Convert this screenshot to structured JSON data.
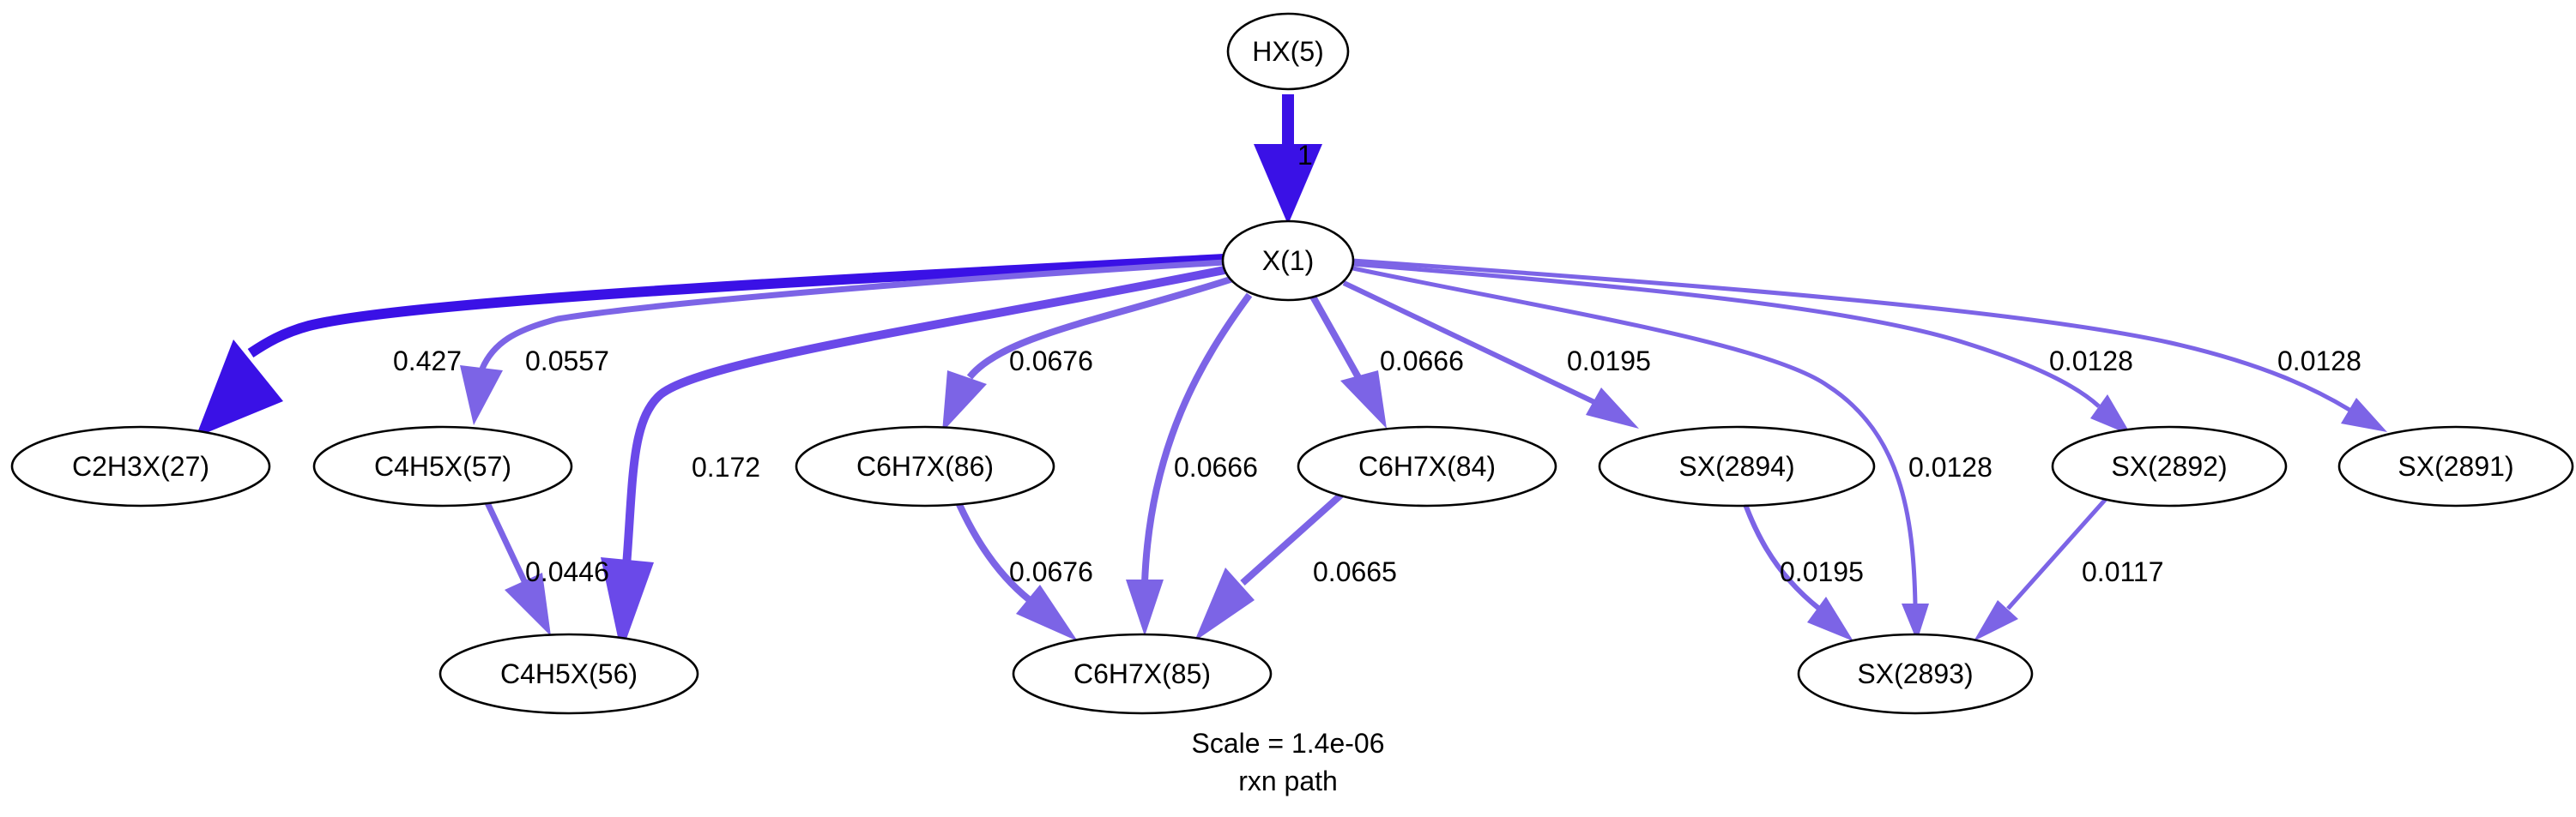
{
  "caption": {
    "scale": "Scale = 1.4e-06",
    "title": "rxn path"
  },
  "colors": {
    "strong": "#3a11e6",
    "medium": "#6a49e9",
    "light": "#7c64e6",
    "node_stroke": "#000000"
  },
  "nodes": {
    "hx5": "HX(5)",
    "x1": "X(1)",
    "c2h3x27": "C2H3X(27)",
    "c4h5x57": "C4H5X(57)",
    "c6h7x86": "C6H7X(86)",
    "c6h7x84": "C6H7X(84)",
    "sx2894": "SX(2894)",
    "sx2892": "SX(2892)",
    "sx2891": "SX(2891)",
    "c4h5x56": "C4H5X(56)",
    "c6h7x85": "C6H7X(85)",
    "sx2893": "SX(2893)"
  },
  "edges": [
    {
      "from": "hx5",
      "to": "x1",
      "label": "1"
    },
    {
      "from": "x1",
      "to": "c2h3x27",
      "label": "0.427"
    },
    {
      "from": "x1",
      "to": "c4h5x57",
      "label": "0.0557"
    },
    {
      "from": "x1",
      "to": "c4h5x56",
      "label": "0.172"
    },
    {
      "from": "x1",
      "to": "c6h7x86",
      "label": "0.0676"
    },
    {
      "from": "x1",
      "to": "c6h7x85",
      "label": "0.0666"
    },
    {
      "from": "x1",
      "to": "c6h7x84",
      "label": "0.0666"
    },
    {
      "from": "x1",
      "to": "sx2894",
      "label": "0.0195"
    },
    {
      "from": "x1",
      "to": "sx2893",
      "label": "0.0128"
    },
    {
      "from": "x1",
      "to": "sx2892",
      "label": "0.0128"
    },
    {
      "from": "x1",
      "to": "sx2891",
      "label": "0.0128"
    },
    {
      "from": "c4h5x57",
      "to": "c4h5x56",
      "label": "0.0446"
    },
    {
      "from": "c6h7x86",
      "to": "c6h7x85",
      "label": "0.0676"
    },
    {
      "from": "c6h7x84",
      "to": "c6h7x85",
      "label": "0.0665"
    },
    {
      "from": "sx2894",
      "to": "sx2893",
      "label": "0.0195"
    },
    {
      "from": "sx2892",
      "to": "sx2893",
      "label": "0.0117"
    }
  ]
}
